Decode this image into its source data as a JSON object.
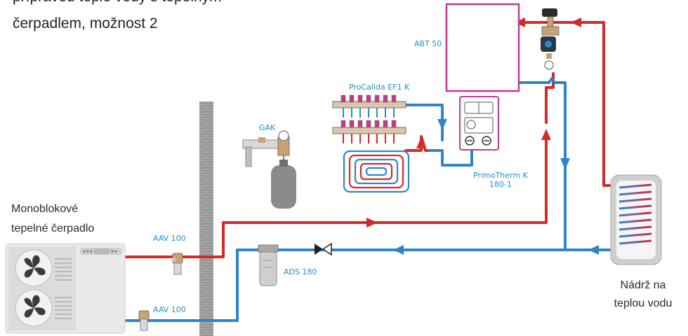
{
  "title": {
    "line1": "přípravou teplé vody s tepelným",
    "line2": "čerpadlem, možnost 2"
  },
  "labels": {
    "heat_pump": [
      "Monoblokové",
      "tepelné čerpadlo"
    ],
    "tank": [
      "Nádrž na",
      "teplou vodu"
    ],
    "abt": "ABT 50",
    "procalida": "ProCalida EF1 K",
    "gak": "GAK",
    "primotherm": [
      "PrimoTherm K",
      "180-1"
    ],
    "aav_top": "AAV 100",
    "aav_bottom": "AAV 100",
    "ads": "ADS 180"
  },
  "colors": {
    "supply": "#d42a2a",
    "return": "#2e86c8",
    "component_outline": "#c23a8f",
    "brick": "#8a8a8a"
  },
  "icons": [
    "fan-icon",
    "valve-icon",
    "arrow-icon",
    "pump-icon",
    "gauge-icon"
  ]
}
